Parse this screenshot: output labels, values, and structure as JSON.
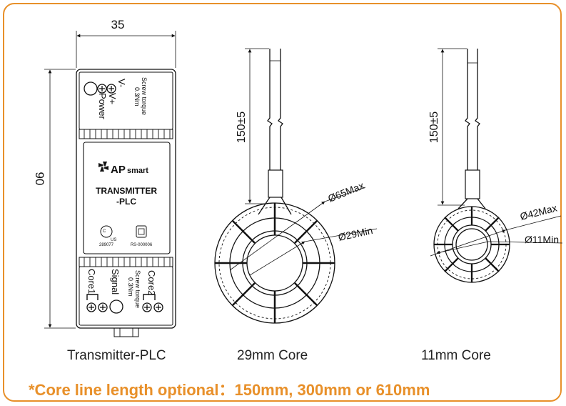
{
  "colors": {
    "accent": "#e8902a",
    "line": "#111111"
  },
  "transmitter": {
    "width_dim": "35",
    "height_dim": "90",
    "terminal_top": {
      "v_minus": "V-",
      "v_plus": "V+",
      "power": "Power",
      "torque_1": "Screw torque",
      "torque_2": "0.3Nm"
    },
    "logo": "APsmart",
    "logo_sub": "smart",
    "logo_main": "AP",
    "model_1": "TRANSMITTER",
    "model_2": "-PLC",
    "cert_left_code": "289077",
    "cert_left_mark": "C",
    "cert_left_us": "US",
    "cert_right_code": "RS-000006",
    "terminal_bottom": {
      "core1": "Core1",
      "signal": "Signal",
      "core2": "Core2",
      "torque_1": "Screw torque",
      "torque_2": "0.3Nm"
    },
    "caption": "Transmitter-PLC"
  },
  "core29": {
    "lead_length": "150±5",
    "outer_dia": "Ø65Max",
    "inner_dia": "Ø29Min",
    "caption": "29mm Core"
  },
  "core11": {
    "lead_length": "150±5",
    "outer_dia": "Ø42Max",
    "inner_dia": "Ø11Min",
    "caption": "11mm Core"
  },
  "footnote": {
    "lead": "*Core line length optional",
    "sep": "：",
    "options": "150mm, 300mm or 610mm"
  }
}
